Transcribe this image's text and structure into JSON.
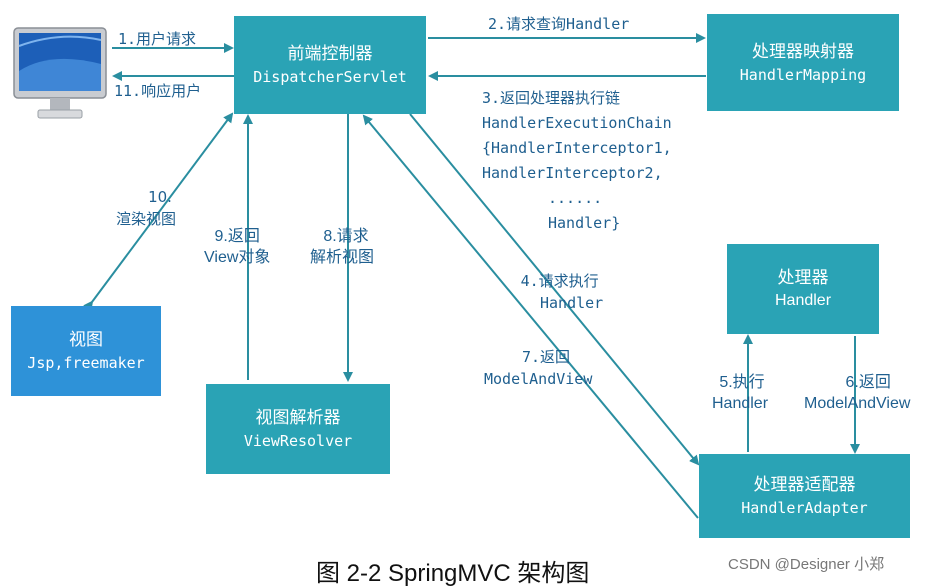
{
  "boxes": {
    "front_controller": {
      "line1": "前端控制器",
      "line2": "DispatcherServlet"
    },
    "handler_mapping": {
      "line1": "处理器映射器",
      "line2": "HandlerMapping"
    },
    "view": {
      "line1": "视图",
      "line2": "Jsp,freemaker"
    },
    "view_resolver": {
      "line1": "视图解析器",
      "line2": "ViewResolver"
    },
    "handler": {
      "line1": "处理器",
      "line2": "Handler"
    },
    "handler_adapter": {
      "line1": "处理器适配器",
      "line2": "HandlerAdapter"
    }
  },
  "labels": {
    "step1": "1.用户请求",
    "step11": "11.响应用户",
    "step2": "2.请求查询Handler",
    "step3": [
      "3.返回处理器执行链",
      "HandlerExecutionChain",
      "{HandlerInterceptor1,",
      "HandlerInterceptor2,",
      "......",
      "Handler}"
    ],
    "step10": [
      "10.",
      "渲染视图"
    ],
    "step9": [
      "9.返回",
      "View对象"
    ],
    "step8": [
      "8.请求",
      "解析视图"
    ],
    "step4": [
      "4.请求执行",
      "Handler"
    ],
    "step7": [
      "7.返回",
      "ModelAndView"
    ],
    "step5": [
      "5.执行",
      "Handler"
    ],
    "step6": [
      "6.返回",
      "ModelAndView"
    ]
  },
  "icons": {
    "computer": "monitor-icon"
  },
  "colors": {
    "box": "#2aa3b5",
    "view_box": "#2e92d8",
    "arrow": "#2a8ea0",
    "label": "#1f5f8f"
  },
  "caption": "图 2-2 SpringMVC 架构图",
  "watermark": "CSDN @Designer 小郑"
}
